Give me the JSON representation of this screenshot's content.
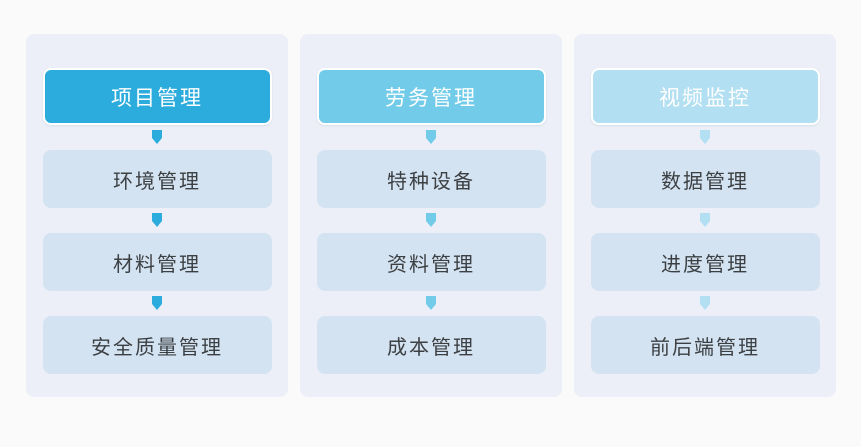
{
  "diagram": {
    "background_color": "#fafafa",
    "panel_background": "#eceff7",
    "body_card_color": "#d4e3f2",
    "body_text_color": "#3c4043",
    "columns": [
      {
        "id": "project",
        "header": {
          "label": "项目管理",
          "color": "#2cabdd",
          "text_color": "#ffffff"
        },
        "arrow_color": "#2cabdd",
        "items": [
          {
            "label": "环境管理"
          },
          {
            "label": "材料管理"
          },
          {
            "label": "安全质量管理"
          }
        ]
      },
      {
        "id": "labor",
        "header": {
          "label": "劳务管理",
          "color": "#72cce9",
          "text_color": "#ffffff"
        },
        "arrow_color": "#72cce9",
        "items": [
          {
            "label": "特种设备"
          },
          {
            "label": "资料管理"
          },
          {
            "label": "成本管理"
          }
        ]
      },
      {
        "id": "video",
        "header": {
          "label": "视频监控",
          "color": "#b3dff2",
          "text_color": "#ffffff"
        },
        "arrow_color": "#b3dff2",
        "items": [
          {
            "label": "数据管理"
          },
          {
            "label": "进度管理"
          },
          {
            "label": "前后端管理"
          }
        ]
      }
    ]
  }
}
